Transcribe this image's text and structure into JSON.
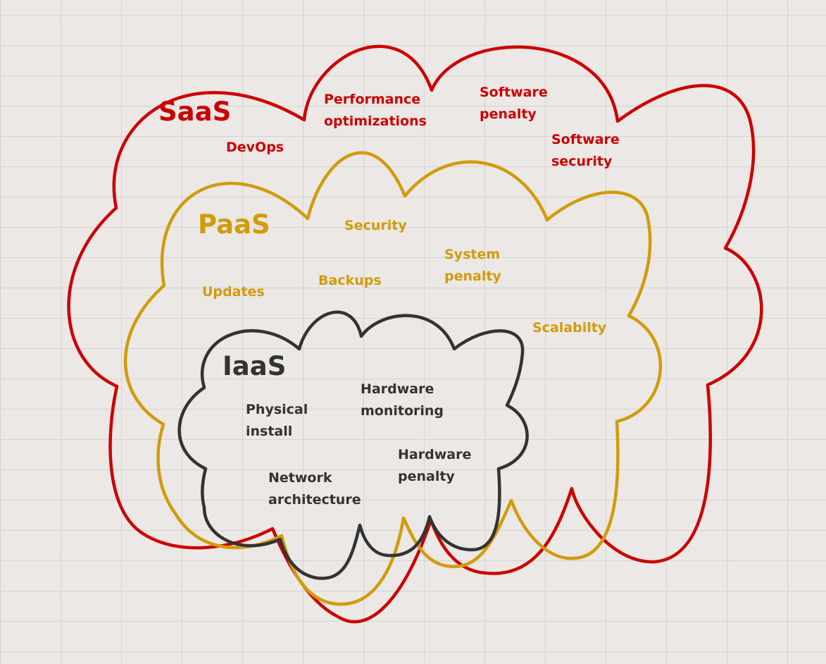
{
  "colors": {
    "background": "#ebe8e5",
    "grid": "#c8c8c8",
    "saas": "#cc0000",
    "paas": "#d29b0a",
    "iaas": "#333333"
  },
  "saas": {
    "title": "SaaS",
    "items": [
      "DevOps",
      "Performance\noptimizations",
      "Software\npenalty",
      "Software\nsecurity"
    ]
  },
  "paas": {
    "title": "PaaS",
    "items": [
      "Security",
      "System\npenalty",
      "Updates",
      "Backups",
      "Scalabilty"
    ]
  },
  "iaas": {
    "title": "IaaS",
    "items": [
      "Physical\ninstall",
      "Hardware\nmonitoring",
      "Network\narchitecture",
      "Hardware\npenalty"
    ]
  }
}
